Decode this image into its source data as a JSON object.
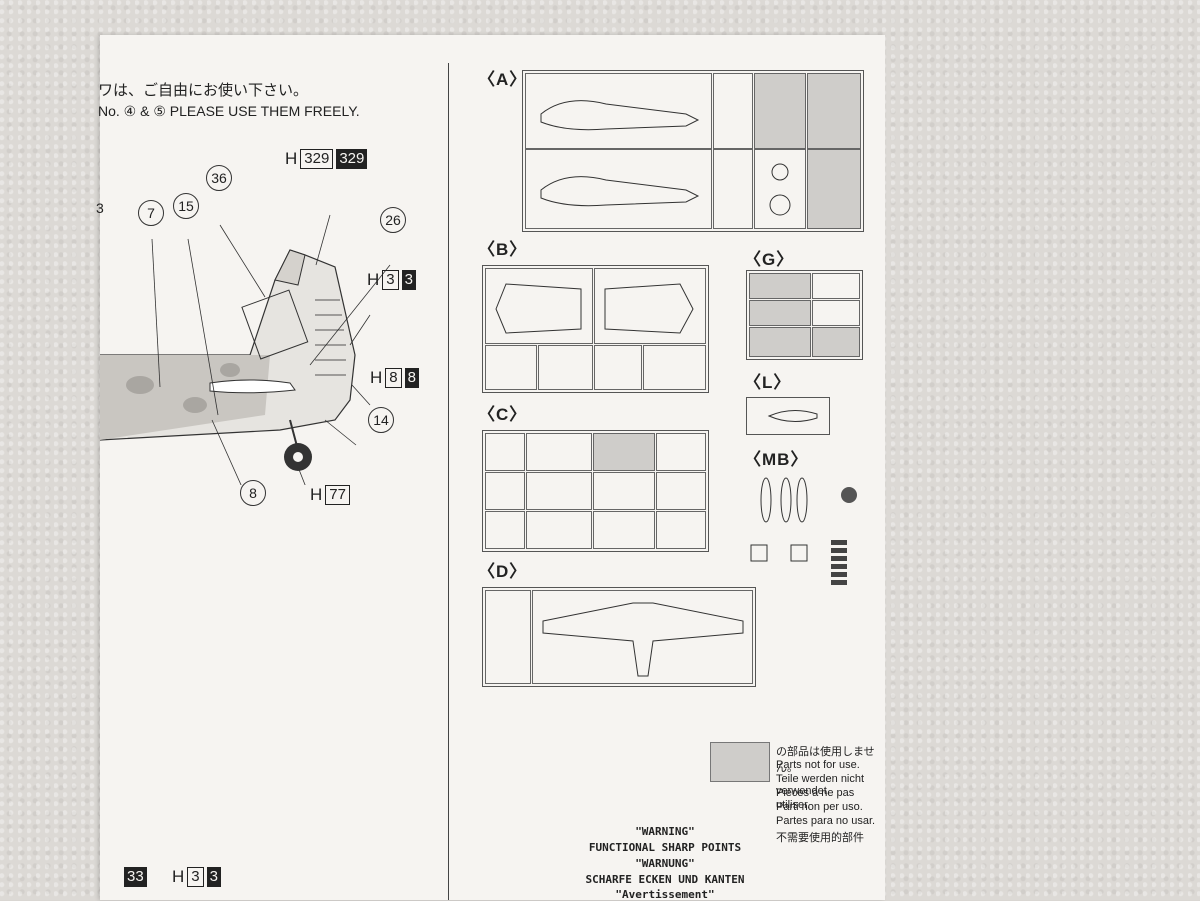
{
  "header": {
    "jp_note": "ワは、ご自由にお使い下さい。",
    "en_note": "No. ④ & ⑤ PLEASE USE THEM FREELY."
  },
  "codes": {
    "h329": {
      "prefix": "H",
      "box": "329",
      "dark": "329"
    },
    "h3": {
      "prefix": "H",
      "box": "3",
      "dark": "3"
    },
    "h8": {
      "prefix": "H",
      "box": "8",
      "dark": "8"
    },
    "h77": {
      "prefix": "H",
      "box": "77"
    },
    "bottom_h3": {
      "prefix": "H",
      "box": "3",
      "dark": "3"
    },
    "bottom_dark": "33"
  },
  "callouts": {
    "c36": "36",
    "c7": "7",
    "c15": "15",
    "c26": "26",
    "c14": "14",
    "c8": "8",
    "c3partial": "3"
  },
  "sprues": {
    "A": "〈A〉",
    "B": "〈B〉",
    "C": "〈C〉",
    "D": "〈D〉",
    "G": "〈G〉",
    "L": "〈L〉",
    "MB": "〈MB〉"
  },
  "legend": {
    "jp": "の部品は使用しません。",
    "en": "Parts not for use.",
    "de": "Teile werden nicht verwendet.",
    "fr": "Pièces à ne pas utiliser.",
    "it": "Parti non per uso.",
    "es": "Partes para no usar.",
    "zh": "不需要使用的部件"
  },
  "warning": {
    "w1": "\"WARNING\"",
    "w2": "FUNCTIONAL SHARP POINTS",
    "w3": "\"WARNUNG\"",
    "w4": "SCHARFE ECKEN UND KANTEN",
    "w5": "\"Avertissement\""
  },
  "colors": {
    "paper": "#f6f4f1",
    "wall": "#dcd9d5",
    "ink": "#222222",
    "not_used_gray": "#cfcdca"
  }
}
